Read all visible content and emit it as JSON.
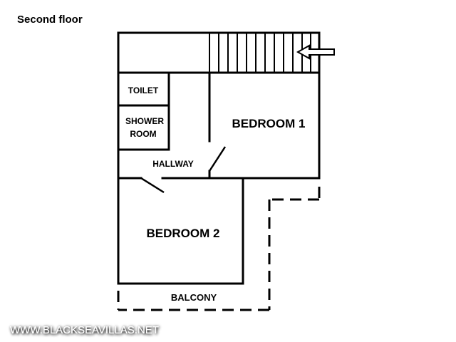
{
  "title": "Second floor",
  "rooms": {
    "toilet": "TOILET",
    "shower_line1": "SHOWER",
    "shower_line2": "ROOM",
    "bedroom1": "BEDROOM 1",
    "hallway": "HALLWAY",
    "bedroom2": "BEDROOM 2",
    "balcony": "BALCONY"
  },
  "watermark": "WWW.BLACKSEAVILLAS.NET",
  "colors": {
    "wall": "#000000",
    "background": "#ffffff",
    "watermark_text": "#ffffff"
  },
  "icons": [
    "stair-direction-arrow-icon"
  ]
}
